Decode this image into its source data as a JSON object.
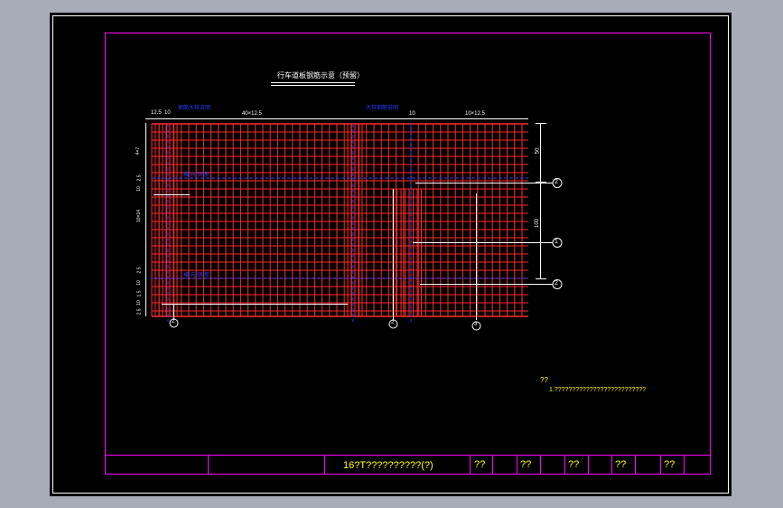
{
  "drawing": {
    "title": "行车道板钢筋示意（预留）",
    "top_dims": [
      "12.5",
      "10",
      "40×12.5",
      "10",
      "10×12.5"
    ],
    "blue_labels_top": [
      "钢筋大样说明",
      "大样钢筋说明"
    ],
    "blue_labels_mid": [
      "横 向 钢 筋",
      "横 向 钢 筋"
    ],
    "right_dims": [
      "50",
      "100"
    ],
    "callouts_right": [
      "2",
      "1",
      "2"
    ],
    "callouts_bottom": [
      "2",
      "2",
      "3"
    ],
    "left_dims": [
      "4×7",
      "2.5",
      "10",
      "10×14",
      "2.5",
      "10",
      "1.5",
      "10",
      "2.5"
    ]
  },
  "notes": {
    "heading": "??",
    "line": "1.??????????????????????????"
  },
  "title_block": {
    "drawing_name": "16?T??????????(?)",
    "field1": "??",
    "field2": "??",
    "field3": "??",
    "field4": "??",
    "field5": "??"
  },
  "colors": {
    "frame": "#ff00ff",
    "rebar": "#ff2a2a",
    "annotation_blue": "#1f3fff",
    "text_yellow": "#ffff00",
    "line_white": "#ffffff",
    "page_background": "#a7acb8"
  }
}
